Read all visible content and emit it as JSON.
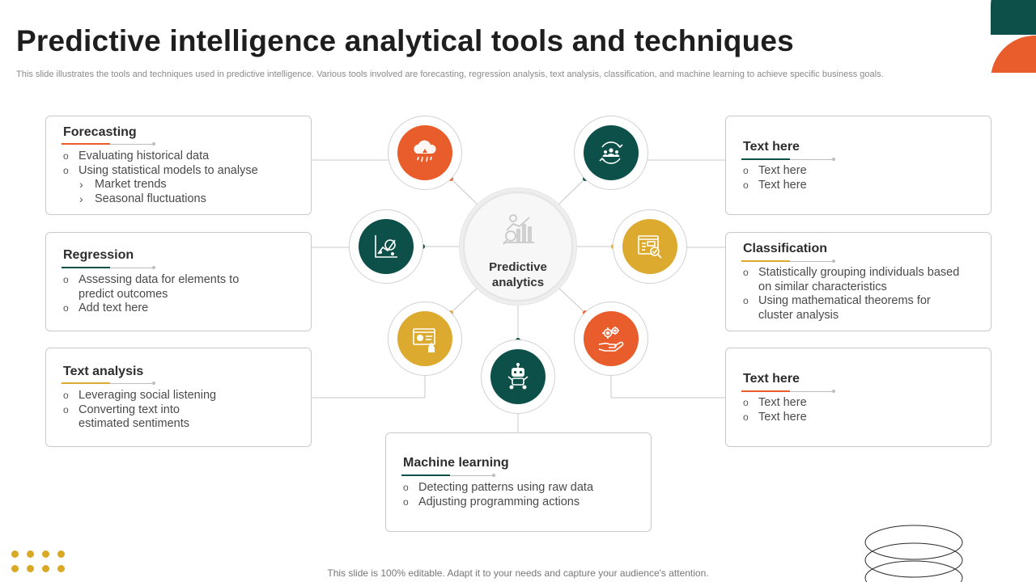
{
  "title": "Predictive intelligence analytical tools and techniques",
  "subtitle": "This slide illustrates the tools and techniques used in predictive intelligence. Various tools involved are forecasting, regression analysis, text analysis, classification, and machine learning to achieve specific business goals.",
  "footer": "This slide is 100% editable. Adapt it to your needs and capture your audience's attention.",
  "center": {
    "line1": "Predictive",
    "line2": "analytics"
  },
  "colors": {
    "teal": "#0c5049",
    "orange": "#e85d2b",
    "gold": "#dcaa2e"
  },
  "boxes": {
    "forecasting": {
      "title": "Forecasting",
      "items": [
        "Evaluating historical data",
        "Using statistical models to analyse"
      ],
      "subitems": [
        "Market trends",
        "Seasonal fluctuations"
      ]
    },
    "regression": {
      "title": "Regression",
      "items": [
        "Assessing data for elements to",
        "predict outcomes",
        "Add text here"
      ]
    },
    "text_analysis": {
      "title": "Text analysis",
      "items": [
        "Leveraging social listening",
        "Converting text into",
        "estimated sentiments"
      ]
    },
    "machine_learning": {
      "title": "Machine learning",
      "items": [
        "Detecting patterns using raw data",
        "Adjusting programming actions"
      ]
    },
    "text_here_1": {
      "title": "Text here",
      "items": [
        "Text here",
        "Text here"
      ]
    },
    "classification": {
      "title": "Classification",
      "items": [
        "Statistically grouping individuals based",
        "on similar characteristics",
        "Using mathematical theorems for",
        "cluster analysis"
      ]
    },
    "text_here_2": {
      "title": "Text here",
      "items": [
        "Text here",
        "Text here"
      ]
    }
  },
  "icons": {
    "forecasting": "weather-forecast-icon",
    "regression": "regression-chart-icon",
    "text_analysis": "document-analysis-icon",
    "machine_learning": "robot-icon",
    "text_here_1": "team-cycle-icon",
    "classification": "report-magnifier-icon",
    "text_here_2": "gears-hand-icon",
    "center": "analytics-chart-icon"
  }
}
